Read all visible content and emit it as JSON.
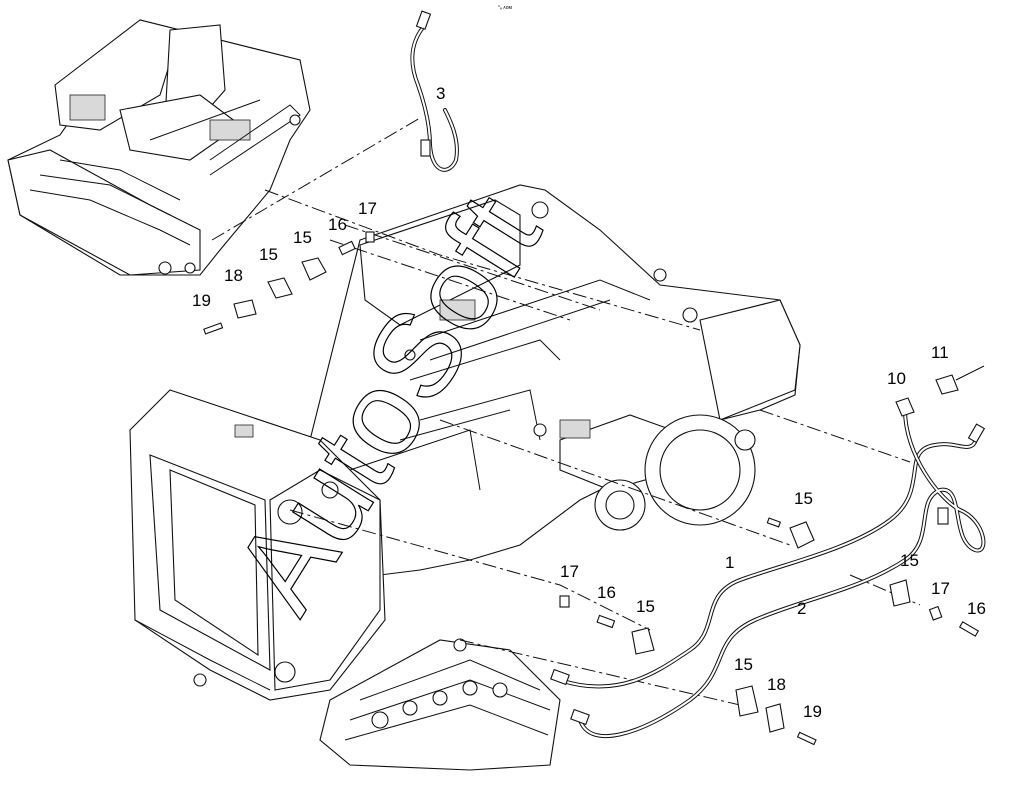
{
  "header": {
    "tiny_mark": "°ₑ ᴀᴏᴍ"
  },
  "watermark": {
    "text": "AutoSoft"
  },
  "callouts": {
    "c3": "3",
    "c17_top": "17",
    "c16_top": "16",
    "c15_top_a": "15",
    "c15_top_b": "15",
    "c18_top": "18",
    "c19_top": "19",
    "c11": "11",
    "c10": "10",
    "c15_mid": "15",
    "c1": "1",
    "c2": "2",
    "c15_right": "15",
    "c17_right": "17",
    "c16_right": "16",
    "c17_bot": "17",
    "c16_bot": "16",
    "c15_bot": "15",
    "c15_low": "15",
    "c18_low": "18",
    "c19_low": "19"
  }
}
